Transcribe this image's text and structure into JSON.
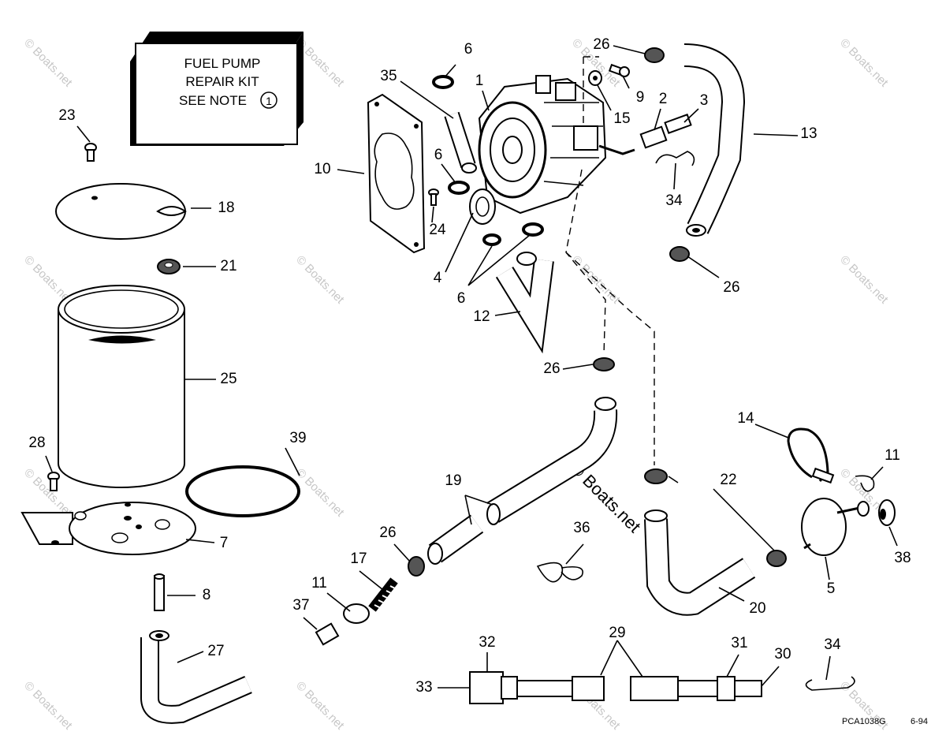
{
  "kit_box": {
    "line1": "FUEL PUMP",
    "line2": "REPAIR KIT",
    "line3": "SEE NOTE",
    "note_number": "1"
  },
  "callouts": {
    "n1": "1",
    "n2": "2",
    "n3": "3",
    "n4": "4",
    "n5": "5",
    "n6a": "6",
    "n6b": "6",
    "n6c": "6",
    "n7": "7",
    "n8": "8",
    "n9": "9",
    "n10": "10",
    "n11a": "11",
    "n11b": "11",
    "n12": "12",
    "n13": "13",
    "n14": "14",
    "n15": "15",
    "n17": "17",
    "n18": "18",
    "n19": "19",
    "n20": "20",
    "n21": "21",
    "n22": "22",
    "n23": "23",
    "n24": "24",
    "n25": "25",
    "n26a": "26",
    "n26b": "26",
    "n26c": "26",
    "n26d": "26",
    "n27": "27",
    "n28": "28",
    "n29": "29",
    "n30": "30",
    "n31": "31",
    "n32": "32",
    "n33": "33",
    "n34a": "34",
    "n34b": "34",
    "n35": "35",
    "n36": "36",
    "n37": "37",
    "n38": "38",
    "n39": "39"
  },
  "drawing_code": "PCA1038G",
  "drawing_date": "6-94",
  "watermark": "© Boats.net"
}
